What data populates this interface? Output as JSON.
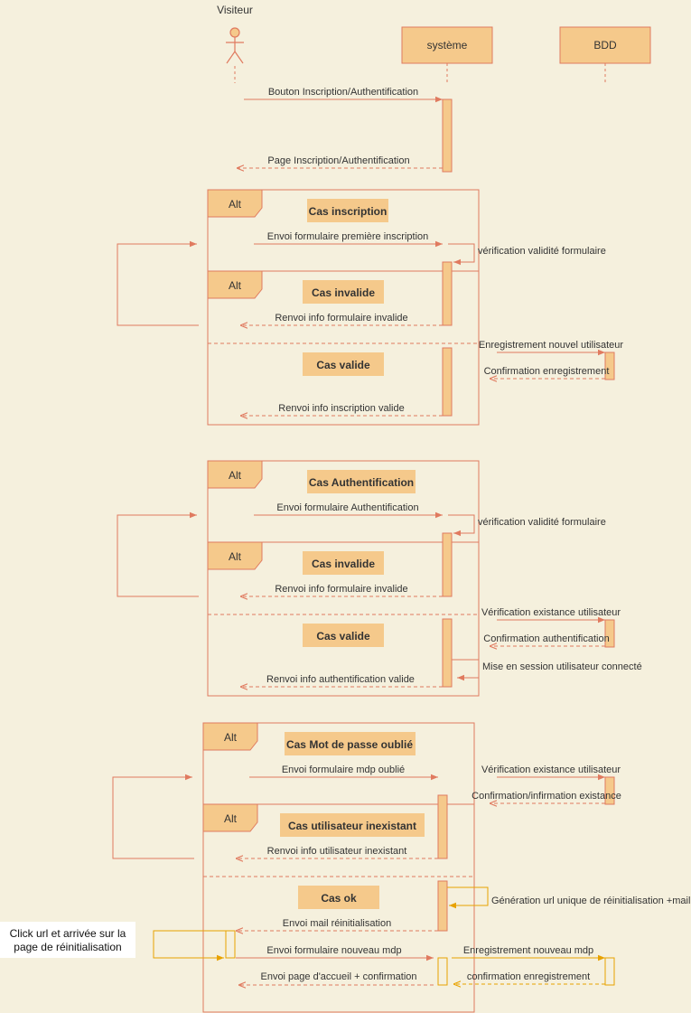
{
  "participants": {
    "visiteur": "Visiteur",
    "systeme": "système",
    "bdd": "BDD"
  },
  "alt_label": "Alt",
  "intro": {
    "request": "Bouton Inscription/Authentification",
    "response": "Page Inscription/Authentification"
  },
  "inscription": {
    "title": "Cas inscription",
    "send": "Envoi formulaire première inscription",
    "check": "vérification validité formulaire",
    "invalid_title": "Cas invalide",
    "invalid_reply": "Renvoi info formulaire invalide",
    "save": "Enregistrement nouvel utilisateur",
    "save_confirm": "Confirmation enregistrement",
    "valid_title": "Cas valide",
    "valid_reply": "Renvoi info inscription valide"
  },
  "authentification": {
    "title": "Cas Authentification",
    "send": "Envoi formulaire Authentification",
    "check": "vérification validité formulaire",
    "invalid_title": "Cas invalide",
    "invalid_reply": "Renvoi info formulaire invalide",
    "exists": "Vérification existance utilisateur",
    "confirm": "Confirmation authentification",
    "valid_title": "Cas valide",
    "session": "Mise en session utilisateur connecté",
    "valid_reply": "Renvoi info authentification valide"
  },
  "mdp": {
    "title": "Cas Mot de passe oublié",
    "send": "Envoi formulaire mdp oublié",
    "exists": "Vérification existance utilisateur",
    "confirm": "Confirmation/infirmation existance",
    "unknown_title": "Cas utilisateur inexistant",
    "unknown_reply": "Renvoi info utilisateur inexistant",
    "ok_title": "Cas ok",
    "generate": "Génération url unique de réinitialisation +mail",
    "mail_reply": "Envoi mail réinitialisation",
    "note_line1": "Click url et arrivée sur la",
    "note_line2": "page de réinitialisation",
    "send_new": "Envoi formulaire nouveau mdp",
    "save_new": "Enregistrement nouveau mdp",
    "save_confirm": "confirmation enregistrement",
    "home": "Envoi page d'accueil + confirmation"
  },
  "colors": {
    "background": "#f5f0dd",
    "box_fill": "#f5c98b",
    "box_stroke": "#e07a5f",
    "message": "#e07a5f",
    "self_loop": "#e8a200"
  }
}
